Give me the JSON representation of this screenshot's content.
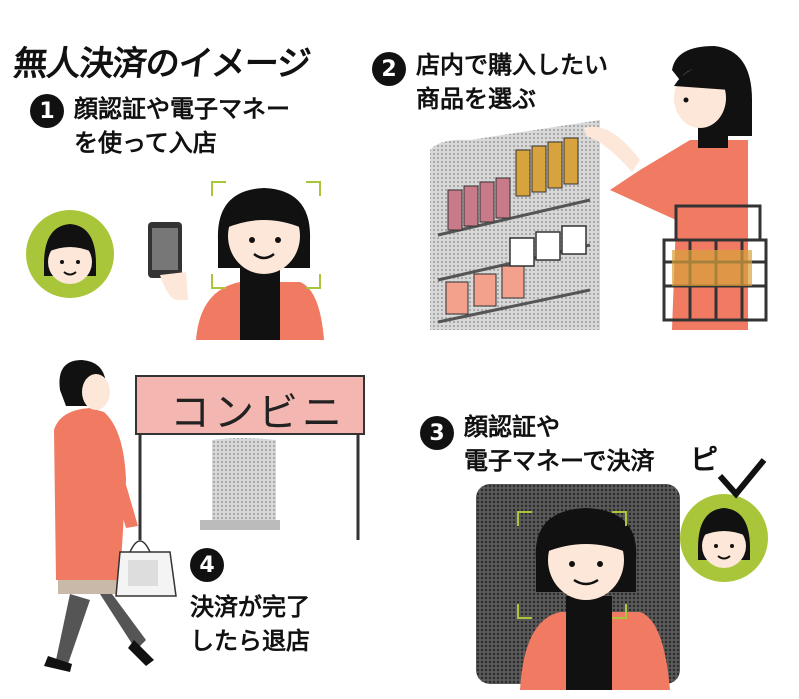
{
  "title": "無人決済のイメージ",
  "steps": {
    "s1": {
      "num": "1",
      "line1": "顔認証や電子マネー",
      "line2": "を使って入店"
    },
    "s2": {
      "num": "2",
      "line1": "店内で購入したい",
      "line2": "商品を選ぶ"
    },
    "s3": {
      "num": "3",
      "line1": "顔認証や",
      "line2": "電子マネーで決済"
    },
    "s4": {
      "num": "4",
      "line1": "決済が完了",
      "line2": "したら退店"
    }
  },
  "sign": "コンビニ",
  "sound": "ピ",
  "colors": {
    "coral": "#f07a62",
    "green": "#a9c63a",
    "black": "#111111",
    "gray": "#9a9a9a"
  }
}
